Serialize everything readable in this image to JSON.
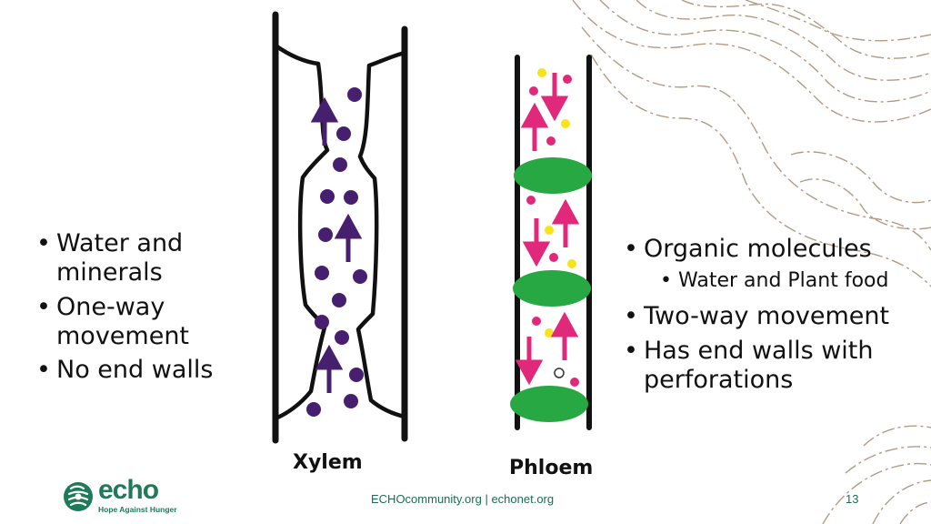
{
  "left_bullets": [
    "Water and minerals",
    "One-way movement",
    "No end walls"
  ],
  "right_bullets": [
    {
      "text": "Organic molecules",
      "level": 1
    },
    {
      "text": "Water and Plant food",
      "level": 2
    },
    {
      "text": "Two-way movement",
      "level": 1
    },
    {
      "text": "Has end walls with perforations",
      "level": 1
    }
  ],
  "captions": {
    "xylem": "Xylem",
    "phloem": "Phloem"
  },
  "footer": {
    "links": "ECHOcommunity.org  |  echonet.org",
    "page_number": "13"
  },
  "logo": {
    "word": "echo",
    "tagline": "Hope Against Hunger"
  },
  "colors": {
    "xylem_particle": "#46206f",
    "phloem_arrow": "#e0297a",
    "phloem_dot_pink": "#e0297a",
    "phloem_dot_yellow": "#f6e418",
    "sieve_plate": "#27a843",
    "brand_green": "#1f7a5a",
    "topo_lines": "#b59a83"
  },
  "icons": [
    "echo-logo-icon",
    "upward-arrow-icon",
    "downward-arrow-icon"
  ]
}
